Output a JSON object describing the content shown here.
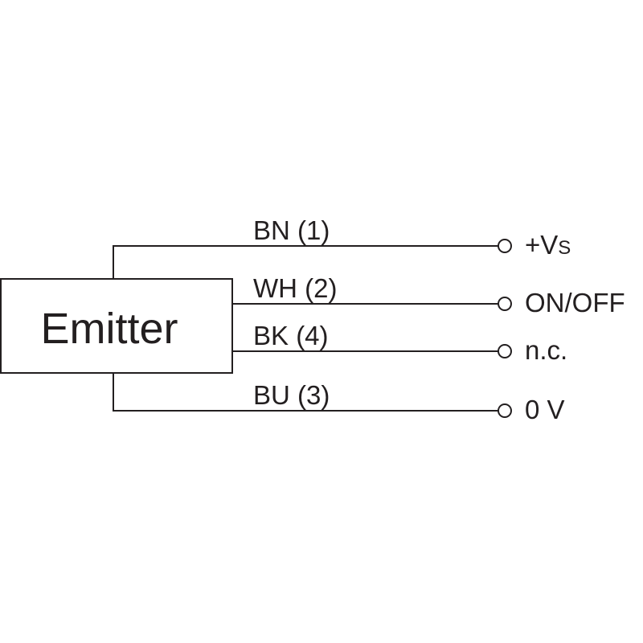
{
  "device": {
    "label": "Emitter"
  },
  "wires": [
    {
      "label": "BN (1)",
      "terminal_main": "+V",
      "terminal_sub": "S"
    },
    {
      "label": "WH (2)",
      "terminal_main": "ON/OFF",
      "terminal_sub": ""
    },
    {
      "label": "BK (4)",
      "terminal_main": "n.c.",
      "terminal_sub": ""
    },
    {
      "label": "BU (3)",
      "terminal_main": "0 V",
      "terminal_sub": ""
    }
  ],
  "colors": {
    "line": "#231f20",
    "background": "#ffffff"
  }
}
